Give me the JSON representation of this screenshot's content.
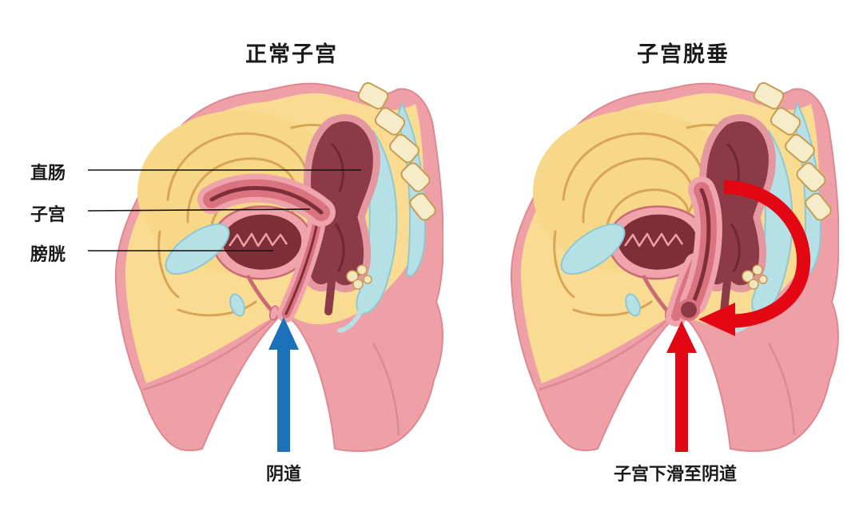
{
  "panels": {
    "left": {
      "title": "正常子宫"
    },
    "right": {
      "title": "子宫脱垂"
    }
  },
  "labels": {
    "rectum": "直肠",
    "uterus": "子宫",
    "bladder": "膀胱",
    "vagina": "阴道",
    "prolapse_caption": "子宫下滑至阴道"
  },
  "colors": {
    "arrow_blue": "#1d71b8",
    "arrow_red": "#e30613",
    "leader_line": "#111111",
    "body_pink": "#efa0a7",
    "cavity_yellow": "#f9dc92",
    "bone_blue": "#b5e0e6",
    "organ_maroon": "#7d2e37",
    "organ_pink_wall": "#efa3aa"
  }
}
